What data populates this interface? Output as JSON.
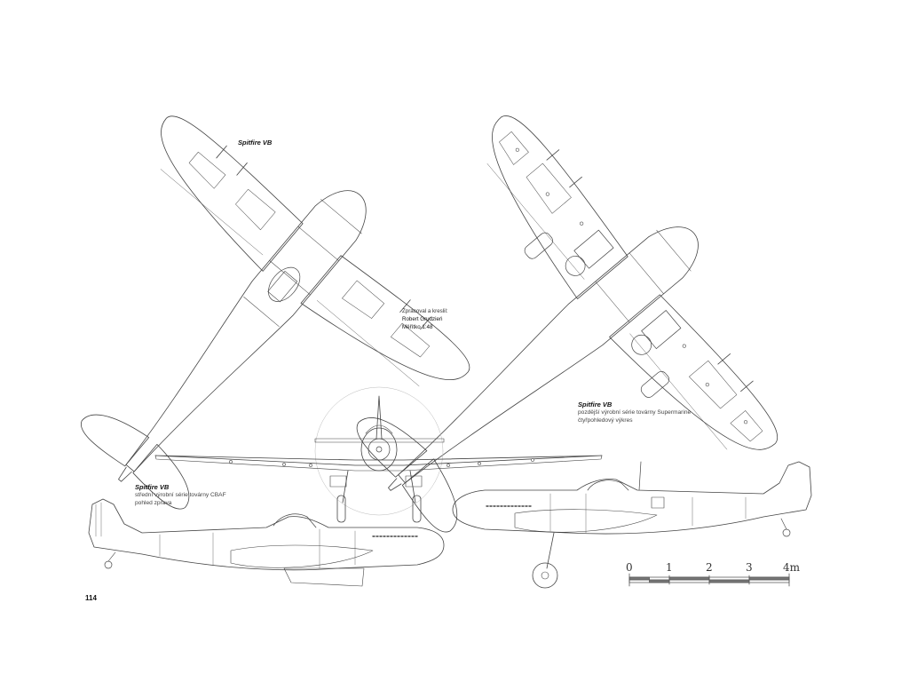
{
  "captions": {
    "top_view": {
      "title": "Spitfire VB"
    },
    "bottom_view": {
      "title": "Spitfire VB",
      "line1": "pozdější výrobní série továrny Supermarine",
      "line2": "čtyřpohledový výkres"
    },
    "side_left": {
      "title": "Spitfire VB",
      "line1": "střední výrobní série továrny CBAF",
      "line2": "pohled zprava"
    }
  },
  "credit": {
    "line1": "Zpracoval a kreslil:",
    "line2": "Robert Grudzień",
    "line3": "Měřítko 1:48"
  },
  "scale_bar": {
    "ticks": [
      "0",
      "1",
      "2",
      "3",
      "4m"
    ]
  },
  "page_number": "114",
  "colors": {
    "line": "#444444",
    "paper": "#ffffff"
  }
}
